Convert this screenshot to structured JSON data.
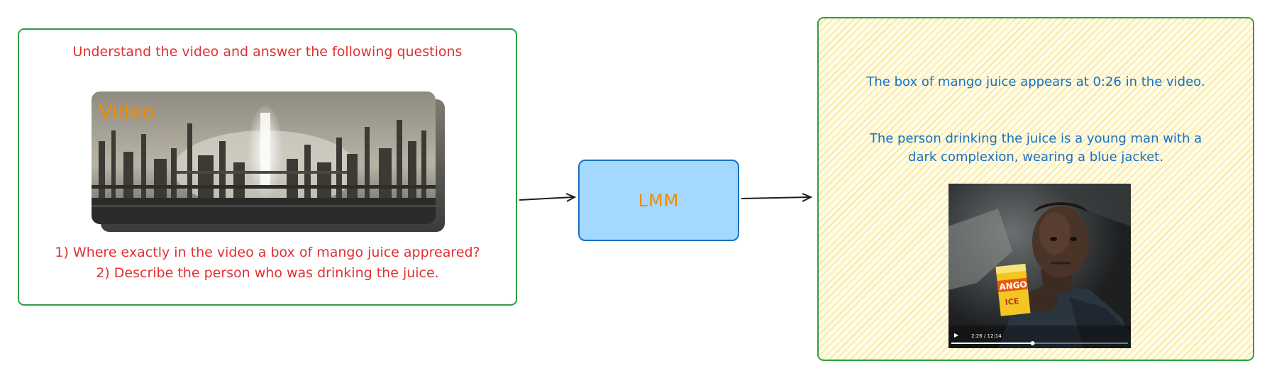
{
  "input": {
    "instruction": "Understand the video and answer the following questions",
    "video_label": "Video",
    "question_1": "1) Where exactly in the video a box of mango juice appreared?",
    "question_2": "2) Describe the person who was drinking the juice."
  },
  "model": {
    "label": "LMM"
  },
  "output": {
    "answer_1": "The box of mango juice appears at 0:26 in the video.",
    "answer_2_line_1": "The person drinking the juice is a young man with a",
    "answer_2_line_2": "dark complexion, wearing a blue jacket.",
    "frame": {
      "carton_text_1": "ANGO",
      "carton_text_2": "ICE",
      "player_time": "2:26 / 12:14",
      "progress_fraction": 0.46
    }
  },
  "colors": {
    "panel_border": "#2f9e44",
    "question_text": "#e03131",
    "answer_text": "#1971c2",
    "accent": "#f08c00",
    "lmm_fill": "#a5d8ff",
    "lmm_border": "#1971c2"
  }
}
